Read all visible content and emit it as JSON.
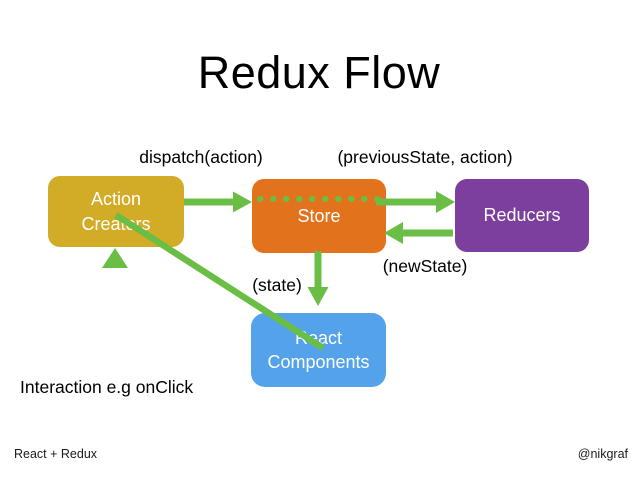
{
  "title": "Redux Flow",
  "nodes": {
    "action_creators": "Action\nCreators",
    "store": "Store",
    "reducers": "Reducers",
    "react_components": "React\nComponents"
  },
  "labels": {
    "dispatch": "dispatch(action)",
    "previous_state": "(previousState, action)",
    "new_state": "(newState)",
    "state": "(state)",
    "interaction": "Interaction e.g onClick"
  },
  "footer": {
    "left": "React + Redux",
    "right": "@nikgraf"
  },
  "colors": {
    "action_creators": "#d2ab27",
    "store": "#e2731c",
    "reducers": "#7c3f9e",
    "react_components": "#54a2ea",
    "arrow": "#6abe45",
    "title_text": "#000000",
    "node_text": "#ffffff"
  }
}
